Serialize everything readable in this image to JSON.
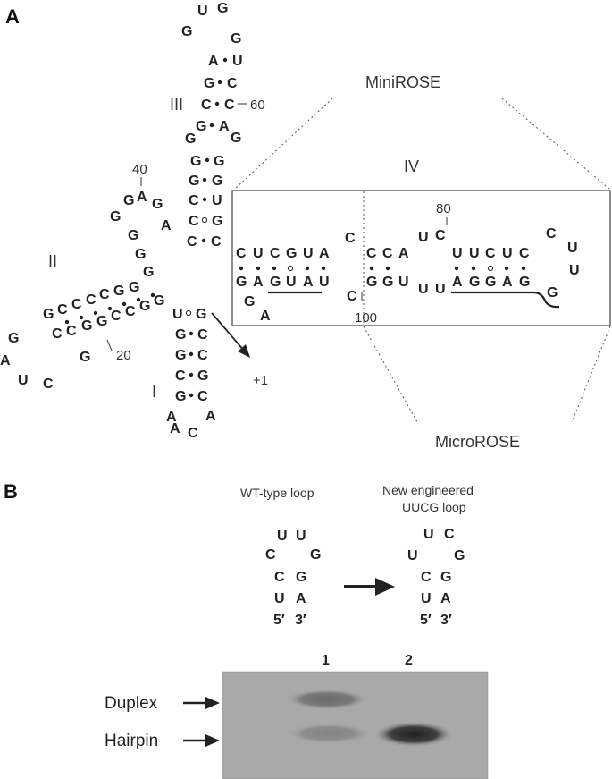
{
  "panel_a": {
    "label": "A",
    "stem_labels": [
      "I",
      "II",
      "III",
      "IV"
    ],
    "numbers": [
      "60",
      "40",
      "20",
      "80",
      "100",
      "+1"
    ],
    "callouts": [
      "MiniROSE",
      "MicroROSE"
    ],
    "stem_III_5prime": [
      "C",
      "C",
      "G",
      "G",
      "G",
      "G",
      "C",
      "G",
      "A",
      "G",
      "G"
    ],
    "stem_III_3prime": [
      "G",
      "U",
      "G",
      "G",
      "G",
      "A",
      "C",
      "C",
      "U",
      "G",
      "U"
    ],
    "stem_II_bases": [
      "G",
      "A",
      "G",
      "A",
      "G",
      "G",
      "G",
      "G",
      "G",
      "G",
      "C",
      "C",
      "C",
      "C",
      "G",
      "G",
      "G",
      "C",
      "C",
      "G",
      "G",
      "C",
      "C"
    ],
    "loop_II_bases": [
      "A",
      "G",
      "A",
      "U",
      "C"
    ],
    "stem_I_left": [
      "U",
      "G",
      "G",
      "C",
      "G",
      "A",
      "A"
    ],
    "stem_I_right": [
      "G",
      "C",
      "C",
      "G",
      "C",
      "A",
      "C"
    ],
    "stem_IV_top": [
      "C",
      "U",
      "C",
      "G",
      "U",
      "A",
      "C",
      "C",
      "C",
      "A",
      "U",
      "C",
      "U",
      "U",
      "C",
      "U",
      "C",
      "C",
      "U"
    ],
    "stem_IV_bottom": [
      "G",
      "A",
      "G",
      "U",
      "A",
      "U",
      "C",
      "G",
      "G",
      "U",
      "U",
      "U",
      "A",
      "G",
      "G",
      "A",
      "G",
      "G",
      "U"
    ],
    "stem_IV_extra": [
      "G",
      "A"
    ]
  },
  "panel_b": {
    "label": "B",
    "loop_wt_title": "WT-type loop",
    "loop_new_title": "New engineered",
    "loop_new_title2": "UUCG loop",
    "loop_wt_bases": [
      "U",
      "U",
      "C",
      "G",
      "C",
      "G",
      "U",
      "A"
    ],
    "loop_new_bases": [
      "U",
      "C",
      "U",
      "G",
      "C",
      "G",
      "U",
      "A"
    ],
    "ends": [
      "5′",
      "3′"
    ],
    "lanes": [
      "1",
      "2"
    ],
    "bands": [
      "Duplex",
      "Hairpin"
    ],
    "gel": {
      "lane_1": {
        "duplex": 0.75,
        "hairpin": 0.45
      },
      "lane_2": {
        "duplex": 0.0,
        "hairpin": 0.9
      }
    }
  }
}
